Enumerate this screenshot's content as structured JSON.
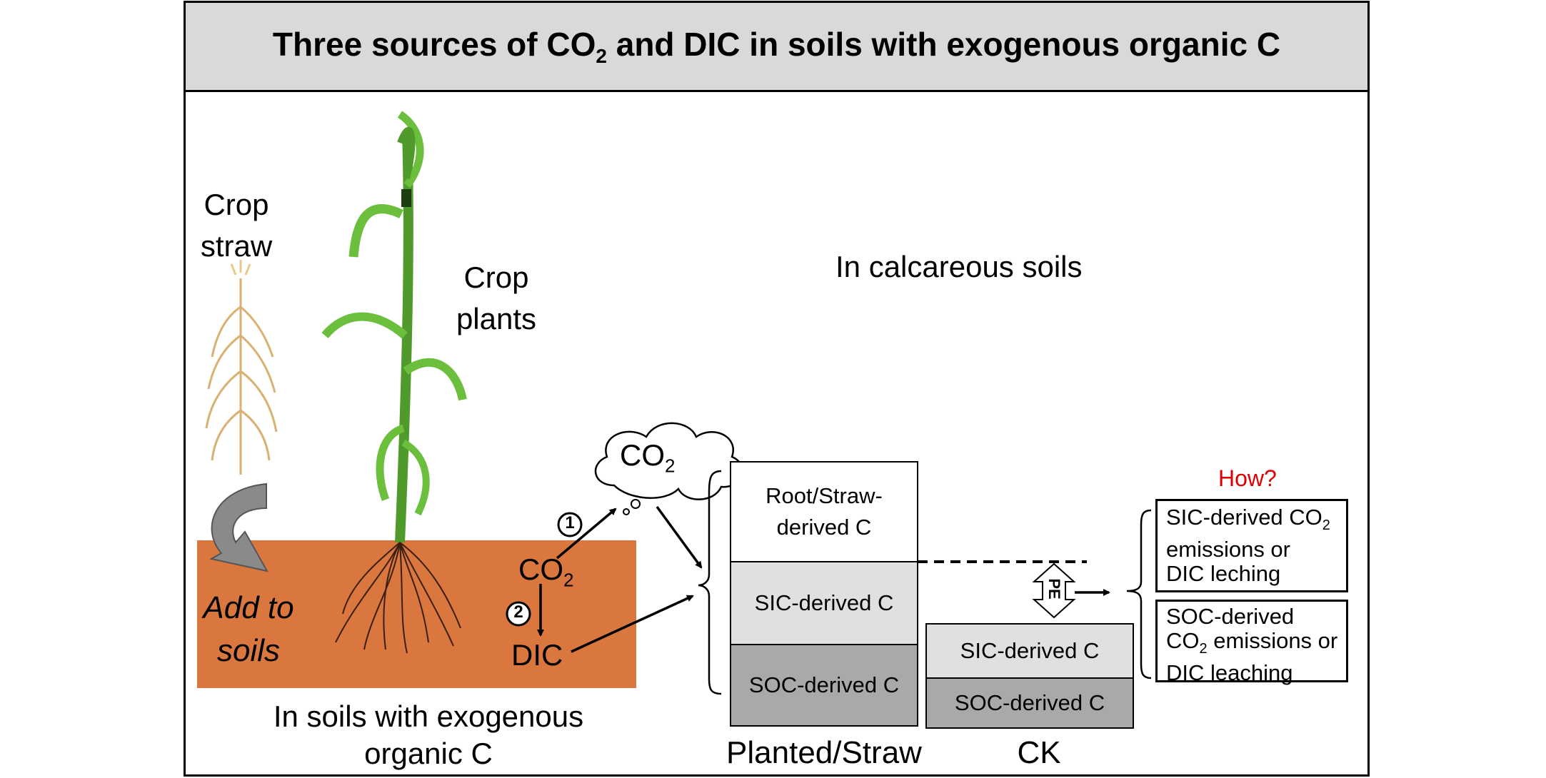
{
  "title": {
    "prefix": "Three sources of CO",
    "sub": "2",
    "suffix": " and DIC in soils with exogenous organic C"
  },
  "left": {
    "crop_straw": [
      "Crop",
      "straw"
    ],
    "crop_plants": [
      "Crop",
      "plants"
    ],
    "add_to_soils": [
      "Add to",
      "soils"
    ],
    "soil_caption": [
      "In soils with exogenous",
      "organic C"
    ]
  },
  "middle": {
    "calcareous_label": "In calcareous soils",
    "cloud_co2": {
      "base": "CO",
      "sub": "2"
    },
    "soil_co2": {
      "base": "CO",
      "sub": "2"
    },
    "dic_label": "DIC",
    "pathway_1": "1",
    "pathway_2": "2"
  },
  "planted_bar": {
    "segments": [
      {
        "lines": [
          "Root/Straw-",
          "derived C"
        ],
        "color": "#ffffff"
      },
      {
        "lines": [
          "SIC-derived C"
        ],
        "color": "#e0e0e0"
      },
      {
        "lines": [
          "SOC-derived C"
        ],
        "color": "#a9a9a9"
      }
    ],
    "caption": "Planted/Straw"
  },
  "ck_bar": {
    "segments": [
      {
        "lines": [
          "SIC-derived C"
        ],
        "color": "#e0e0e0"
      },
      {
        "lines": [
          "SOC-derived C"
        ],
        "color": "#a9a9a9"
      }
    ],
    "caption": "CK"
  },
  "pe_label": "PE",
  "how_label": "How?",
  "how_color": "#e00000",
  "outcome_1": {
    "line1_base": "SIC-derived CO",
    "line1_sub": "2",
    "line2": "emissions or",
    "line3": "DIC leching"
  },
  "outcome_2": {
    "line1": "SOC-derived",
    "line2_base": "CO",
    "line2_sub": "2",
    "line2_rest": " emissions or",
    "line3": "DIC leaching"
  },
  "colors": {
    "soil": "#d9773f",
    "plant_green": "#5aa832",
    "straw": "#e8c98a",
    "header_bg": "#d9d9d9"
  }
}
